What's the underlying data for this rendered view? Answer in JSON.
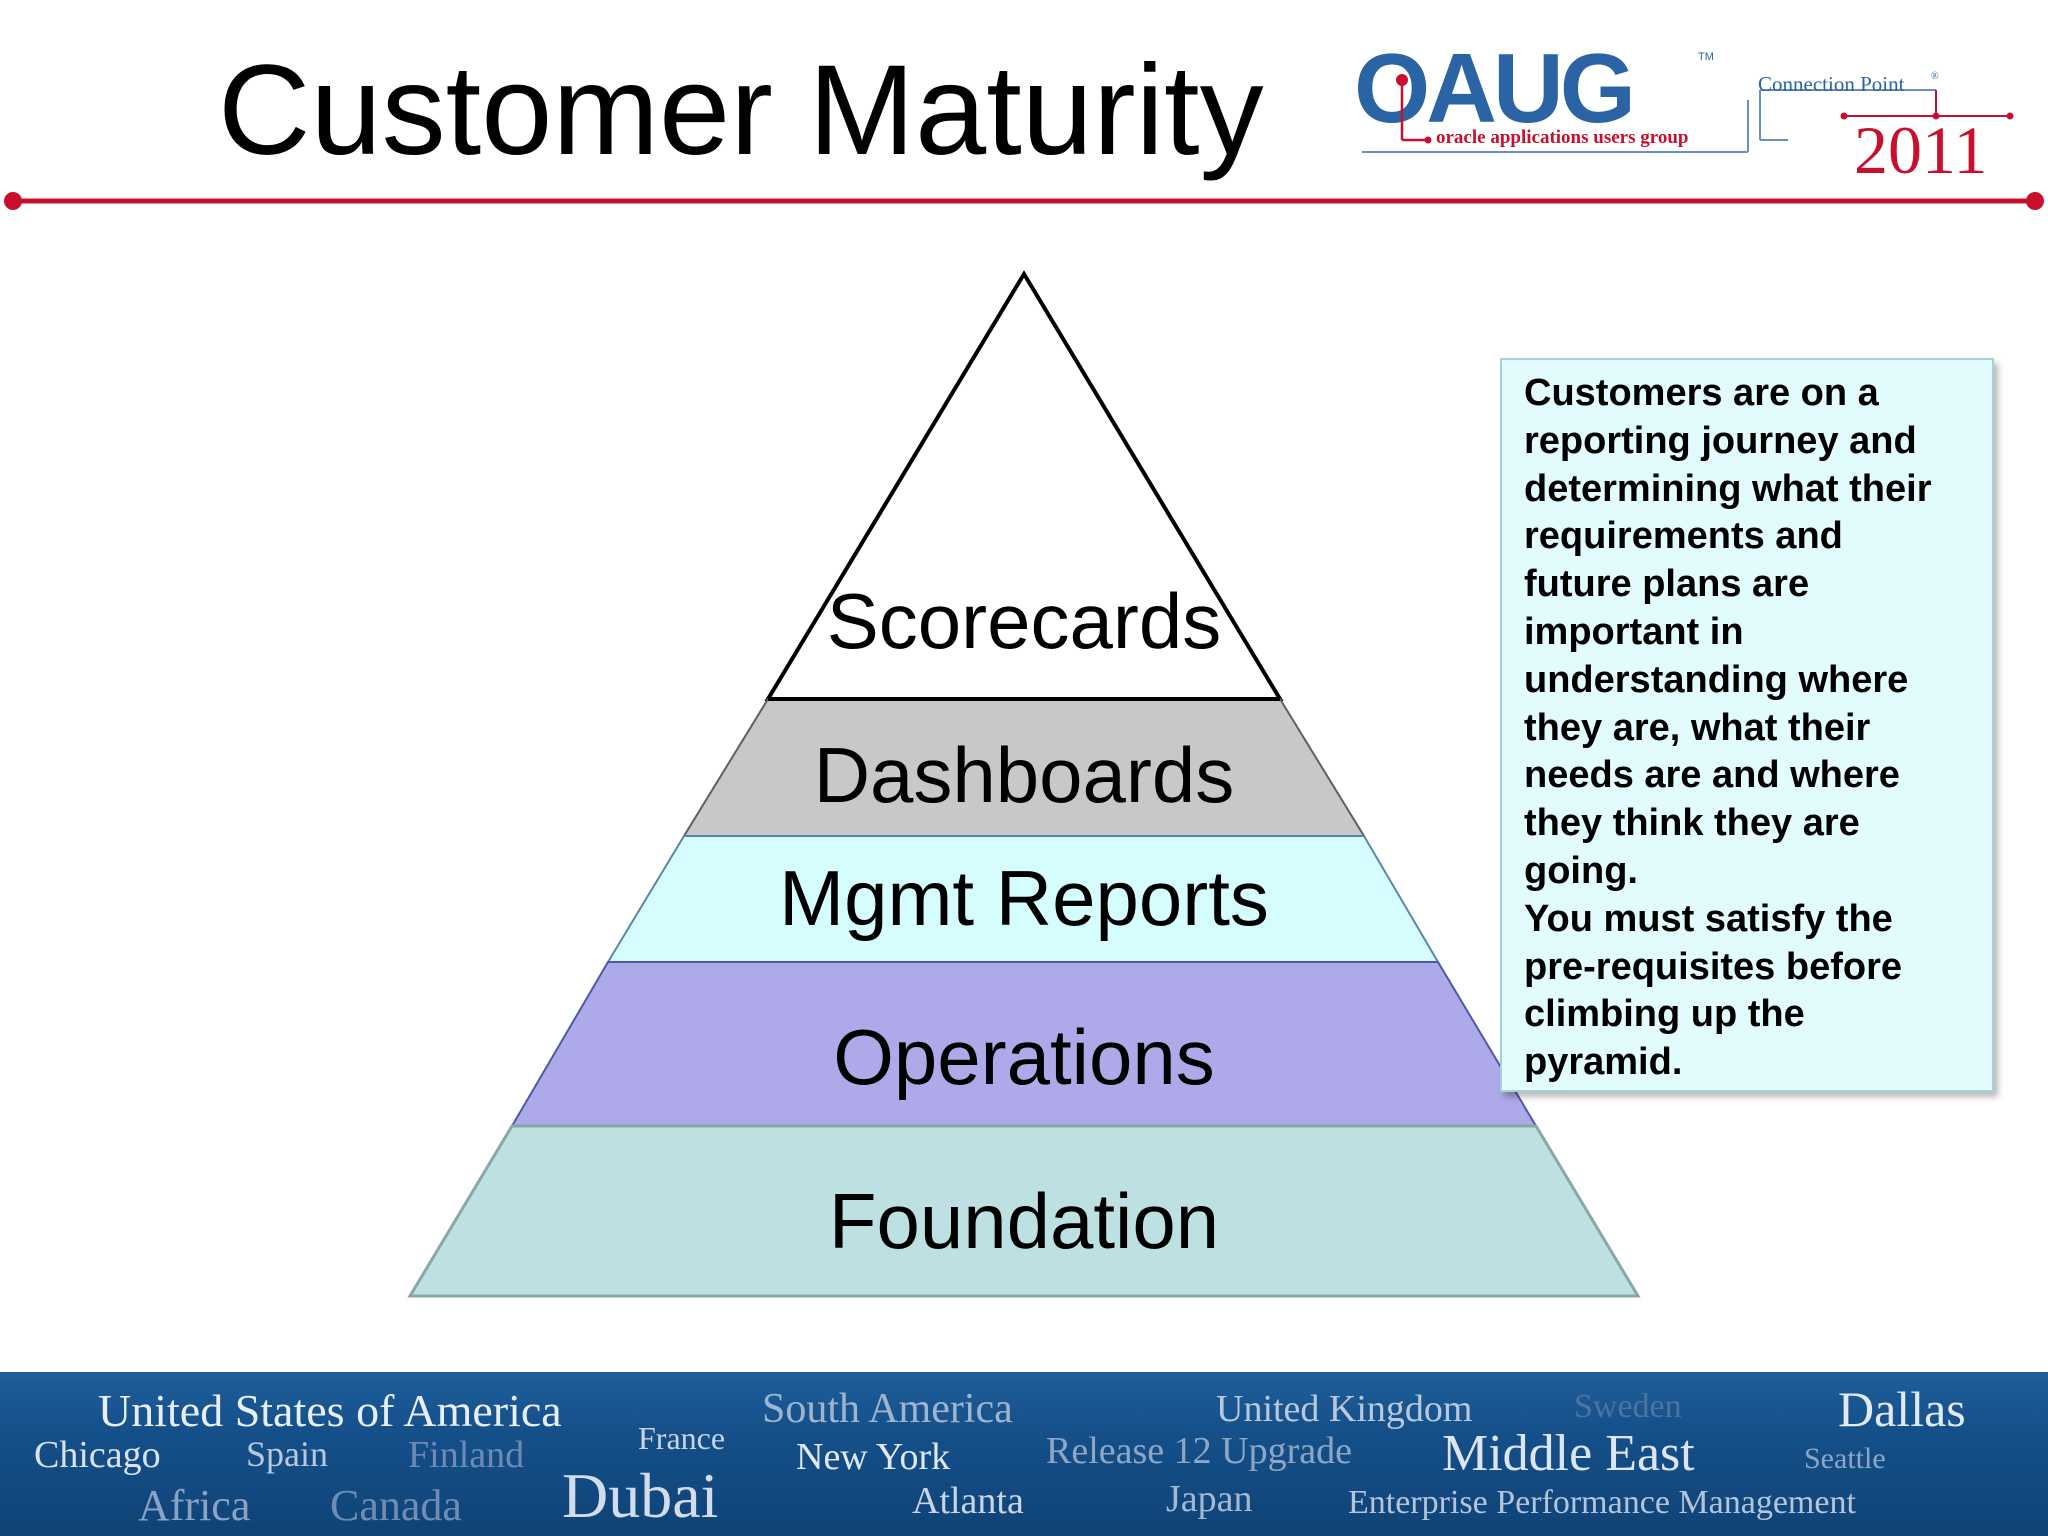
{
  "slide": {
    "title": "Customer Maturity"
  },
  "logo": {
    "main_text": "OAUG",
    "trademark": "TM",
    "subtitle": "oracle applications users group",
    "event_name": "Connection Point",
    "event_mark": "®",
    "year": "2011",
    "colors": {
      "oaug_blue": "#2a64a4",
      "accent_red": "#c8102e",
      "connector_blue": "#6b8fc0"
    }
  },
  "pyramid": {
    "tiers": [
      {
        "label": "Scorecards",
        "fill": "#ffffff"
      },
      {
        "label": "Dashboards",
        "fill": "#c8c7c9"
      },
      {
        "label": "Mgmt Reports",
        "fill": "#d5fdfd"
      },
      {
        "label": "Operations",
        "fill": "#aeaae9"
      },
      {
        "label": "Foundation",
        "fill": "#bde1e3"
      }
    ]
  },
  "callout": {
    "text": "Customers are on a\nreporting journey and\ndetermining what their\nrequirements and\nfuture plans are\nimportant in\nunderstanding where\nthey are, what their\nneeds are and where\nthey think they are\ngoing.\nYou must satisfy the\npre-requisites before\nclimbing up the\npyramid."
  },
  "banner": {
    "words": [
      "United States of America",
      "Chicago",
      "Spain",
      "Finland",
      "Africa",
      "Canada",
      "France",
      "Dubai",
      "South America",
      "New York",
      "Atlanta",
      "Release 12 Upgrade",
      "United Kingdom",
      "Japan",
      "Sweden",
      "Middle East",
      "Enterprise Performance Management",
      "Dallas",
      "Seattle"
    ]
  },
  "colors": {
    "divider_red": "#c8102e",
    "banner_blue": "#15508a"
  }
}
